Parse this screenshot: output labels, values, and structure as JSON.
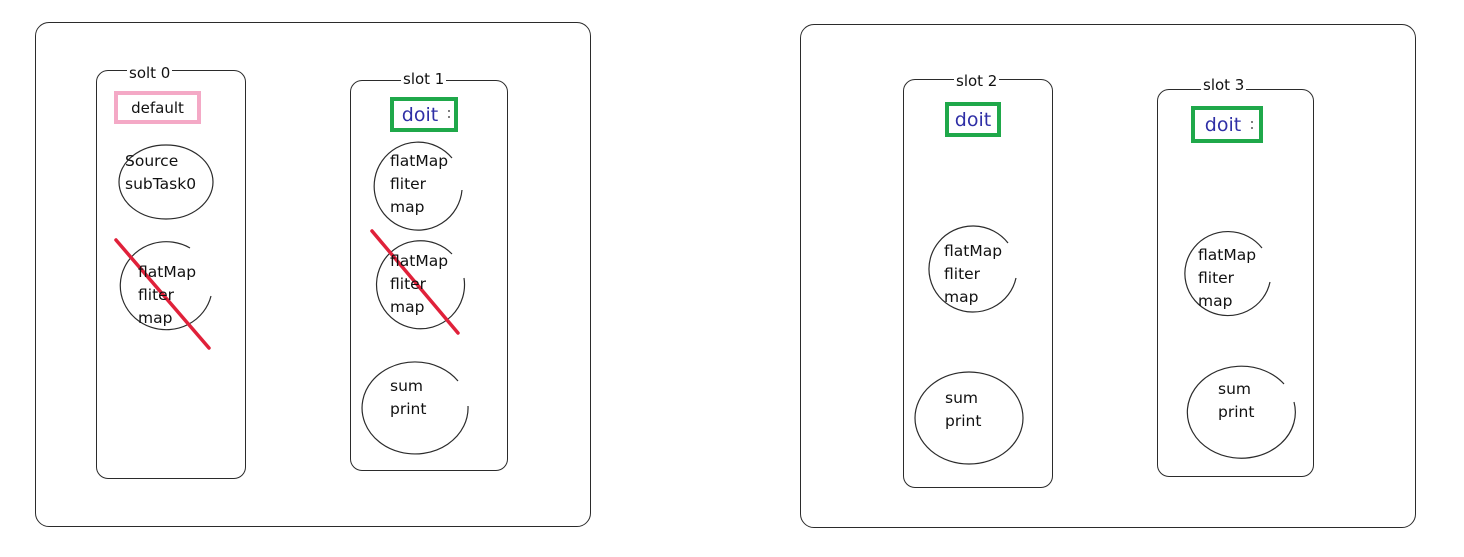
{
  "slots": {
    "slot0": {
      "label": "solt 0",
      "group": "default",
      "tasks": [
        {
          "lines": [
            "Source",
            "subTask0"
          ],
          "crossed": false
        },
        {
          "lines": [
            "flatMap",
            "fliter",
            "map"
          ],
          "crossed": true
        }
      ]
    },
    "slot1": {
      "label": "slot 1",
      "group": "doit",
      "tasks": [
        {
          "lines": [
            "flatMap",
            "fliter",
            "map"
          ],
          "crossed": false
        },
        {
          "lines": [
            "flatMap",
            "fliter",
            "map"
          ],
          "crossed": true
        },
        {
          "lines": [
            "sum",
            "print"
          ],
          "crossed": false
        }
      ]
    },
    "slot2": {
      "label": "slot 2",
      "group": "doit",
      "tasks": [
        {
          "lines": [
            "flatMap",
            "fliter",
            "map"
          ],
          "crossed": false
        },
        {
          "lines": [
            "sum",
            "print"
          ],
          "crossed": false
        }
      ]
    },
    "slot3": {
      "label": "slot 3",
      "group": "doit",
      "tasks": [
        {
          "lines": [
            "flatMap",
            "fliter",
            "map"
          ],
          "crossed": false
        },
        {
          "lines": [
            "sum",
            "print"
          ],
          "crossed": false
        }
      ]
    }
  },
  "colors": {
    "default_group_border": "#f4a9c6",
    "doit_group_border": "#1fa84a",
    "doit_text": "#2f2fa6",
    "crossed_out": "#e0213a",
    "outline": "#2b2b2b"
  }
}
